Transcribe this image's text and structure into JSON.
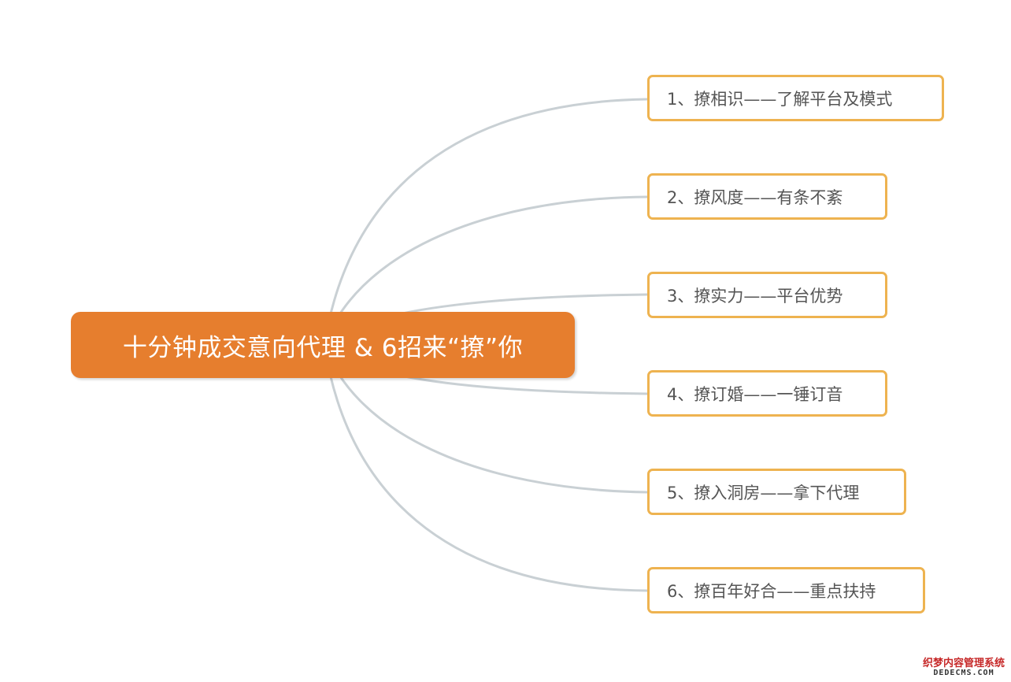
{
  "mindmap": {
    "root": {
      "label": "十分钟成交意向代理 & 6招来“撩”你"
    },
    "branches": [
      {
        "label": "1、撩相识——了解平台及模式"
      },
      {
        "label": "2、撩风度——有条不紊"
      },
      {
        "label": "3、撩实力——平台优势"
      },
      {
        "label": "4、撩订婚——一锤订音"
      },
      {
        "label": "5、撩入洞房——拿下代理"
      },
      {
        "label": "6、撩百年好合——重点扶持"
      }
    ]
  },
  "colors": {
    "root_fill": "#e67e2e",
    "node_border": "#eeb350",
    "connector": "#c9d0d4",
    "node_text": "#555555"
  },
  "watermark": {
    "line1": "织梦内容管理系统",
    "line2": "DEDECMS.COM"
  }
}
